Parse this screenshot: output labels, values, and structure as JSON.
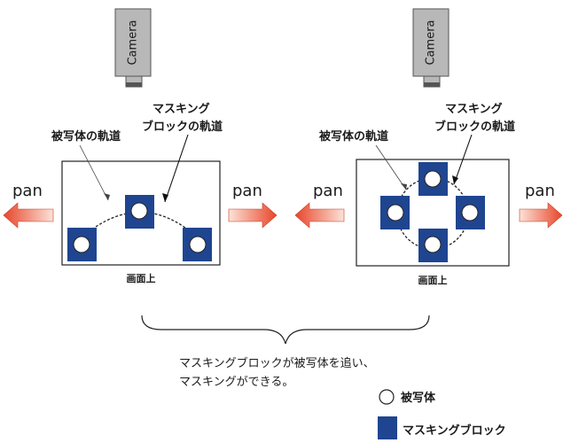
{
  "camera_label": "Camera",
  "pan_label": "pan",
  "subject_path_label": "被写体の軌道",
  "mask_path_label_line1": "マスキング",
  "mask_path_label_line2": "ブロックの軌道",
  "screen_label": "画面上",
  "caption_line1": "マスキングブロックが被写体を追い、",
  "caption_line2": "マスキングができる。",
  "legend_subject": "被写体",
  "legend_mask": "マスキングブロック",
  "colors": {
    "mask_block": "#1f4590",
    "camera_body": "#b8b8b8",
    "arrow_light": "#fbe3d8",
    "arrow_dark": "#e8452a"
  }
}
